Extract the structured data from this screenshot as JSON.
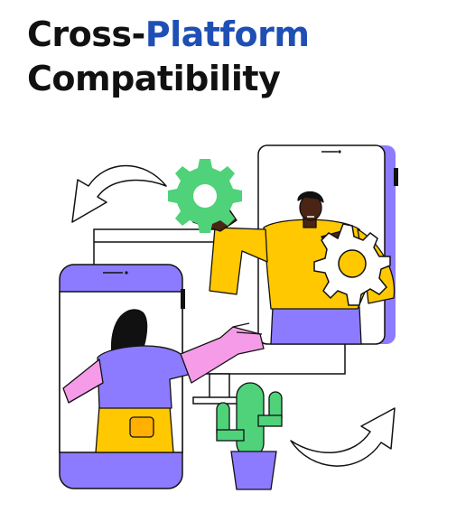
{
  "title": {
    "prefix": "Cross-",
    "highlight": "Platform",
    "line2": "Compatibility"
  },
  "colors": {
    "text": "#111111",
    "accent_blue": "#1f4fb5",
    "purple": "#8d7bff",
    "yellow": "#ffc800",
    "green": "#4fd27a",
    "pink": "#f59be8",
    "skin_dark": "#4a2515",
    "outline": "#111111"
  },
  "illustration": {
    "icons": [
      "gear-icon",
      "cycle-arrow-icon",
      "phone-icon",
      "tablet-icon",
      "cactus-icon"
    ]
  }
}
